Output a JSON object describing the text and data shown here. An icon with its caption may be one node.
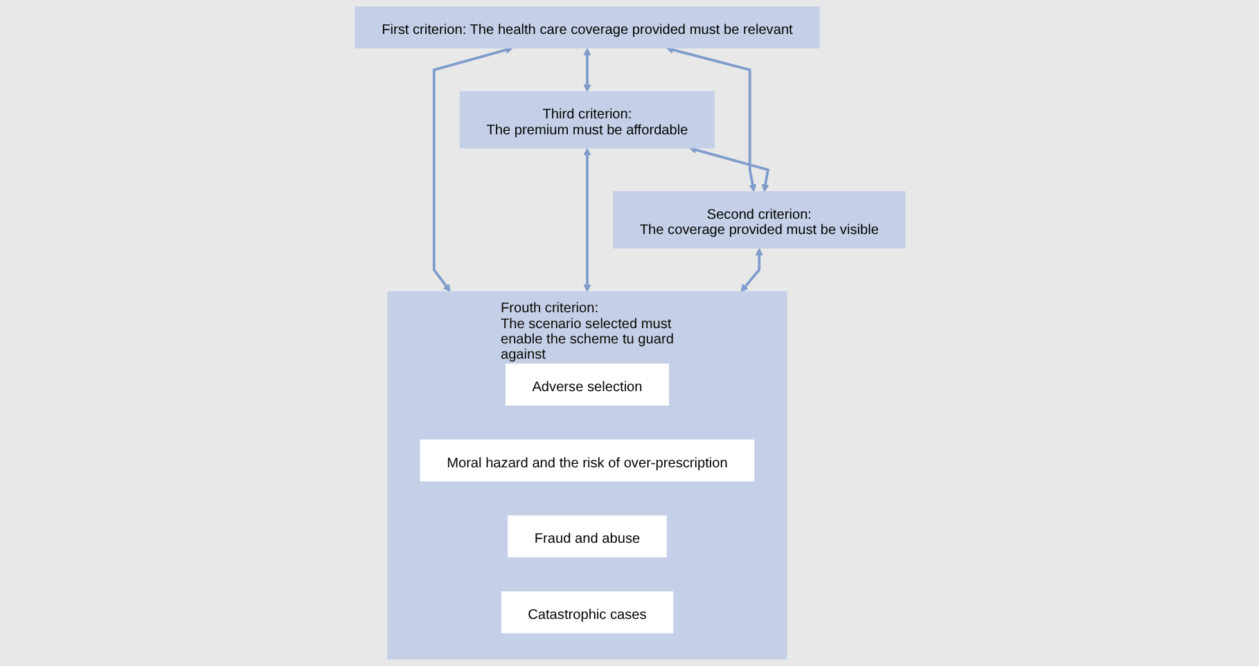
{
  "diagram": {
    "nodes": [
      {
        "text": [
          "First criterion: The health care coverage provided must be relevant"
        ]
      },
      {
        "text": [
          "Third criterion:",
          "The premium must be affordable"
        ]
      },
      {
        "text": [
          "Second criterion:",
          "The coverage provided must be visible"
        ]
      },
      {
        "text": [
          "Frouth criterion:",
          "The scenario selected must enable the scheme tu guard against"
        ]
      },
      {
        "text": [
          "Adverse selection"
        ],
        "in": 3
      },
      {
        "text": [
          "Moral hazard and the risk of over-prescription"
        ],
        "in": 3
      },
      {
        "text": [
          "Fraud and abuse"
        ],
        "in": 3
      },
      {
        "text": [
          "Catastrophic cases"
        ],
        "in": 3
      }
    ],
    "edges": [
      {
        "from": 0,
        "to": 1,
        "arrow": "both"
      },
      {
        "from": 0,
        "to": 3,
        "arrow": "both"
      },
      {
        "from": 0,
        "to": 2,
        "arrow": "both"
      },
      {
        "from": 1,
        "to": 2,
        "arrow": "both"
      },
      {
        "from": 1,
        "to": 3,
        "arrow": "both"
      },
      {
        "from": 2,
        "to": 3,
        "arrow": "both"
      }
    ]
  }
}
